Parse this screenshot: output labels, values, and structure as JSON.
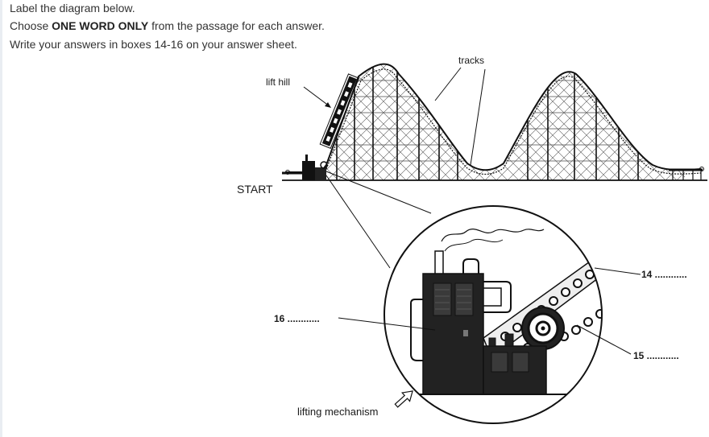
{
  "instructions": {
    "line1": "Label the diagram below.",
    "line2_before": "Choose ",
    "line2_bold": "ONE WORD ONLY",
    "line2_after": " from the passage for each answer.",
    "line3": "Write your answers in boxes 14-16 on your answer sheet."
  },
  "diagram": {
    "tracks_label": "tracks",
    "lift_hill_label": "lift hill",
    "start_label": "START",
    "lifting_mechanism_label": "lifting mechanism",
    "answer_14": "14 ............",
    "answer_15": "15 ............",
    "answer_16": "16 ............"
  }
}
